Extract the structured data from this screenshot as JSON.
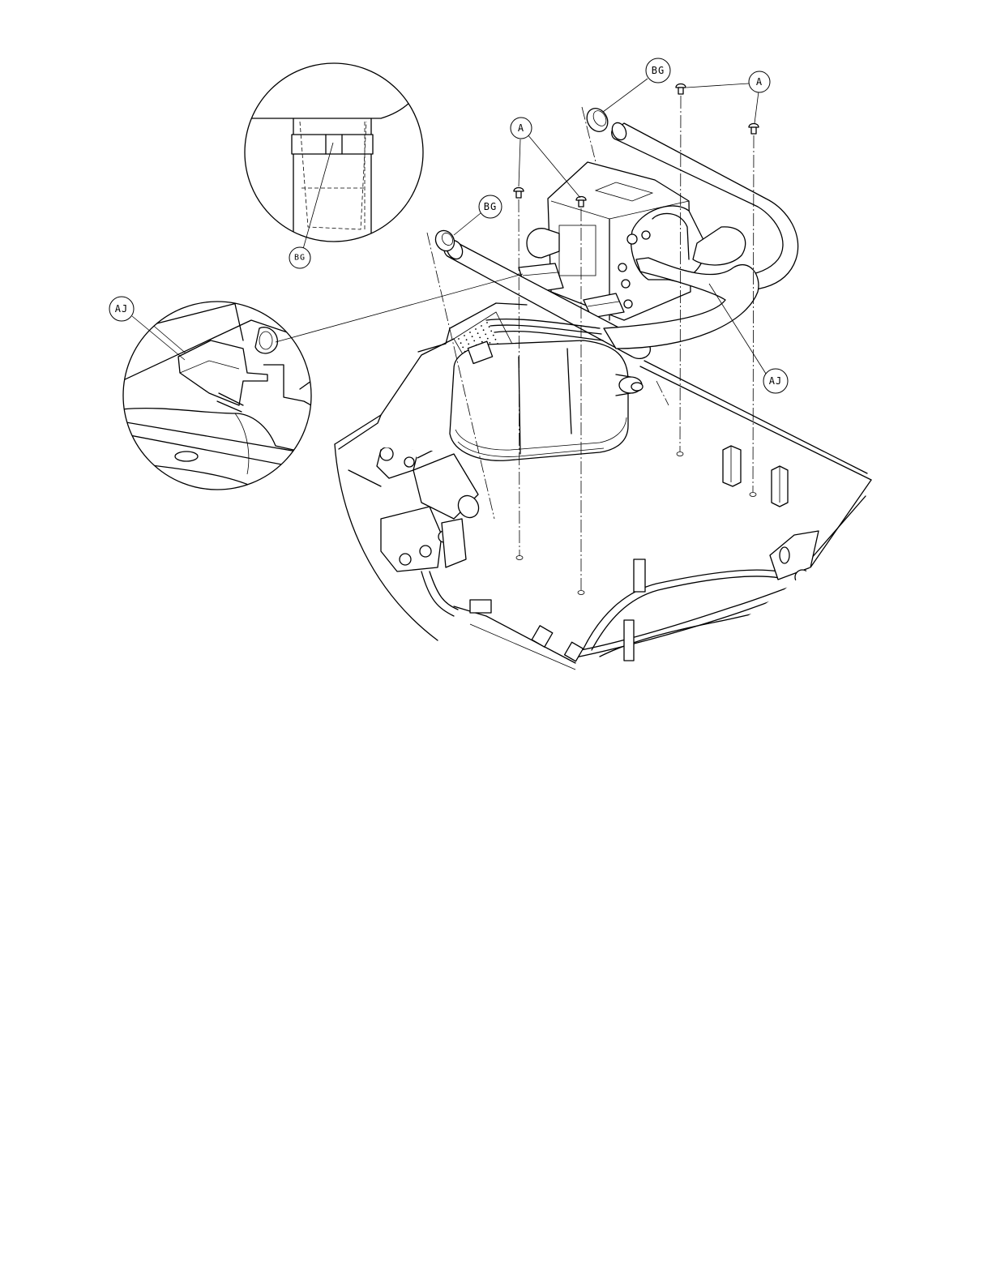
{
  "callouts": [
    {
      "id": "bg-top-right",
      "label": "BG"
    },
    {
      "id": "a-top-right",
      "label": "A"
    },
    {
      "id": "a-center",
      "label": "A"
    },
    {
      "id": "bg-center",
      "label": "BG"
    },
    {
      "id": "bg-detail",
      "label": "BG"
    },
    {
      "id": "aj-detail",
      "label": "AJ"
    },
    {
      "id": "aj-right",
      "label": "AJ"
    }
  ]
}
